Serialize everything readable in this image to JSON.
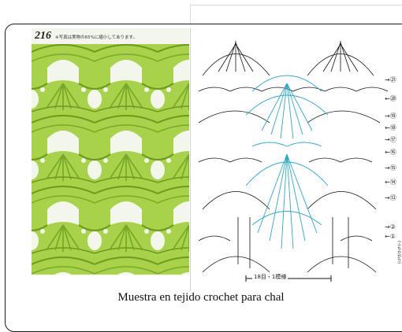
{
  "photo": {
    "pattern_number": "216",
    "note": "※写真は実物の65%に縮小してあります。"
  },
  "chart": {
    "repeat_label": "18目・1模様",
    "vertical_note": "(ふちかがり)",
    "row_arrows": [
      "→㉑",
      "←⑳",
      "→⑲",
      "←⑱",
      "→⑰",
      "←⑯",
      "→⑮",
      "←⑭",
      "→⑬",
      "→②",
      "←①"
    ]
  },
  "caption": "Muestra en tejido crochet para chal"
}
